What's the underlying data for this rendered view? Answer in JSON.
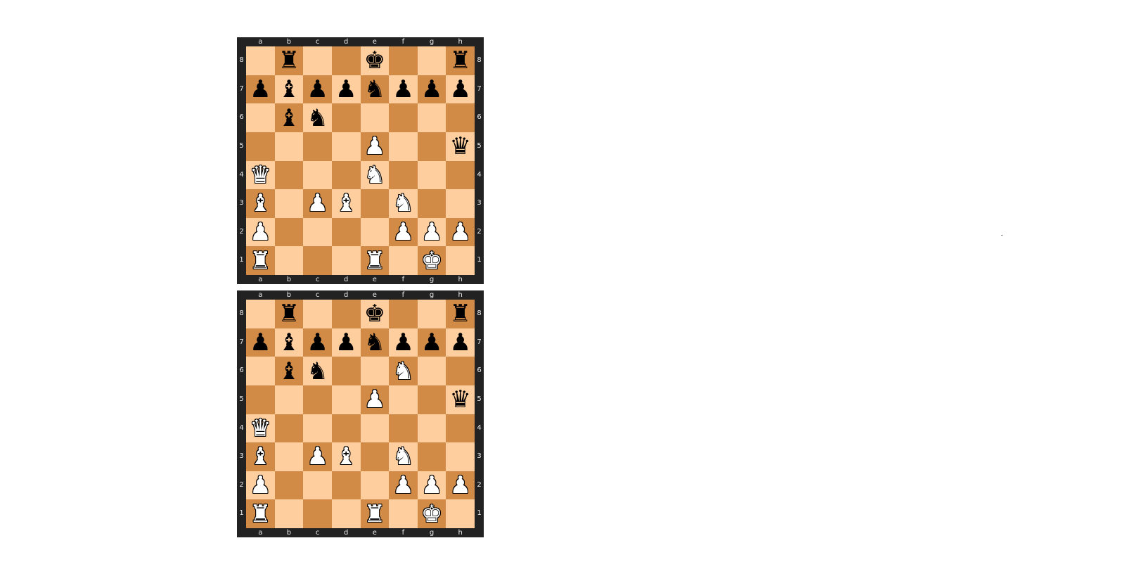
{
  "colors": {
    "light_square": "#ffce9e",
    "dark_square": "#d18b47",
    "border": "#222222",
    "coordinate_text": "#e8e8e8"
  },
  "files": [
    "a",
    "b",
    "c",
    "d",
    "e",
    "f",
    "g",
    "h"
  ],
  "ranks": [
    "8",
    "7",
    "6",
    "5",
    "4",
    "3",
    "2",
    "1"
  ],
  "piece_glyphs": {
    "K": "♚",
    "Q": "♛",
    "R": "♜",
    "B": "♝",
    "N": "♞",
    "P": "♟",
    "k": "♚",
    "q": "♛",
    "r": "♜",
    "b": "♝",
    "n": "♞",
    "p": "♟"
  },
  "boards": [
    {
      "id": "board-top",
      "fen": "1r2k2r/pbppnppp/1bn5/4P2q/Q3N3/B1PB1N2/P4PPP/R3R1K1",
      "position": [
        [
          "",
          "r",
          "",
          "",
          "k",
          "",
          "",
          "r"
        ],
        [
          "p",
          "b",
          "p",
          "p",
          "n",
          "p",
          "p",
          "p"
        ],
        [
          "",
          "b",
          "n",
          "",
          "",
          "",
          "",
          ""
        ],
        [
          "",
          "",
          "",
          "",
          "P",
          "",
          "",
          "q"
        ],
        [
          "Q",
          "",
          "",
          "",
          "N",
          "",
          "",
          ""
        ],
        [
          "B",
          "",
          "P",
          "B",
          "",
          "N",
          "",
          ""
        ],
        [
          "P",
          "",
          "",
          "",
          "",
          "P",
          "P",
          "P"
        ],
        [
          "R",
          "",
          "",
          "",
          "R",
          "",
          "K",
          ""
        ]
      ]
    },
    {
      "id": "board-bottom",
      "fen": "1r2k2r/pbppnppp/1bn2N2/4P2q/Q7/B1PB1N2/P4PPP/R3R1K1",
      "position": [
        [
          "",
          "r",
          "",
          "",
          "k",
          "",
          "",
          "r"
        ],
        [
          "p",
          "b",
          "p",
          "p",
          "n",
          "p",
          "p",
          "p"
        ],
        [
          "",
          "b",
          "n",
          "",
          "",
          "N",
          "",
          ""
        ],
        [
          "",
          "",
          "",
          "",
          "P",
          "",
          "",
          "q"
        ],
        [
          "Q",
          "",
          "",
          "",
          "",
          "",
          "",
          ""
        ],
        [
          "B",
          "",
          "P",
          "B",
          "",
          "N",
          "",
          ""
        ],
        [
          "P",
          "",
          "",
          "",
          "",
          "P",
          "P",
          "P"
        ],
        [
          "R",
          "",
          "",
          "",
          "R",
          "",
          "K",
          ""
        ]
      ]
    }
  ]
}
